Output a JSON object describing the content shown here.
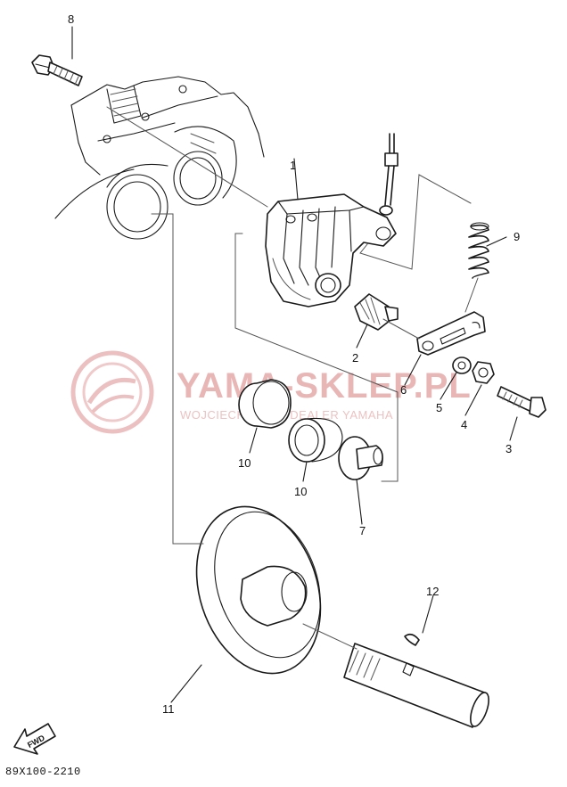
{
  "diagram": {
    "code": "89X100-2210",
    "fwd_label": "FWD",
    "callouts": [
      {
        "id": "1",
        "label": "1"
      },
      {
        "id": "2",
        "label": "2"
      },
      {
        "id": "3",
        "label": "3"
      },
      {
        "id": "4",
        "label": "4"
      },
      {
        "id": "5",
        "label": "5"
      },
      {
        "id": "6",
        "label": "6"
      },
      {
        "id": "7",
        "label": "7"
      },
      {
        "id": "8",
        "label": "8"
      },
      {
        "id": "9",
        "label": "9"
      },
      {
        "id": "10a",
        "label": "10"
      },
      {
        "id": "10b",
        "label": "10"
      },
      {
        "id": "11",
        "label": "11"
      },
      {
        "id": "12",
        "label": "12"
      }
    ]
  },
  "watermark": {
    "title": "YAMA-SKLEP.PL",
    "subtitle": "WOJCIECHOWICZ DEALER YAMAHA",
    "color": "#e9b6b6"
  }
}
